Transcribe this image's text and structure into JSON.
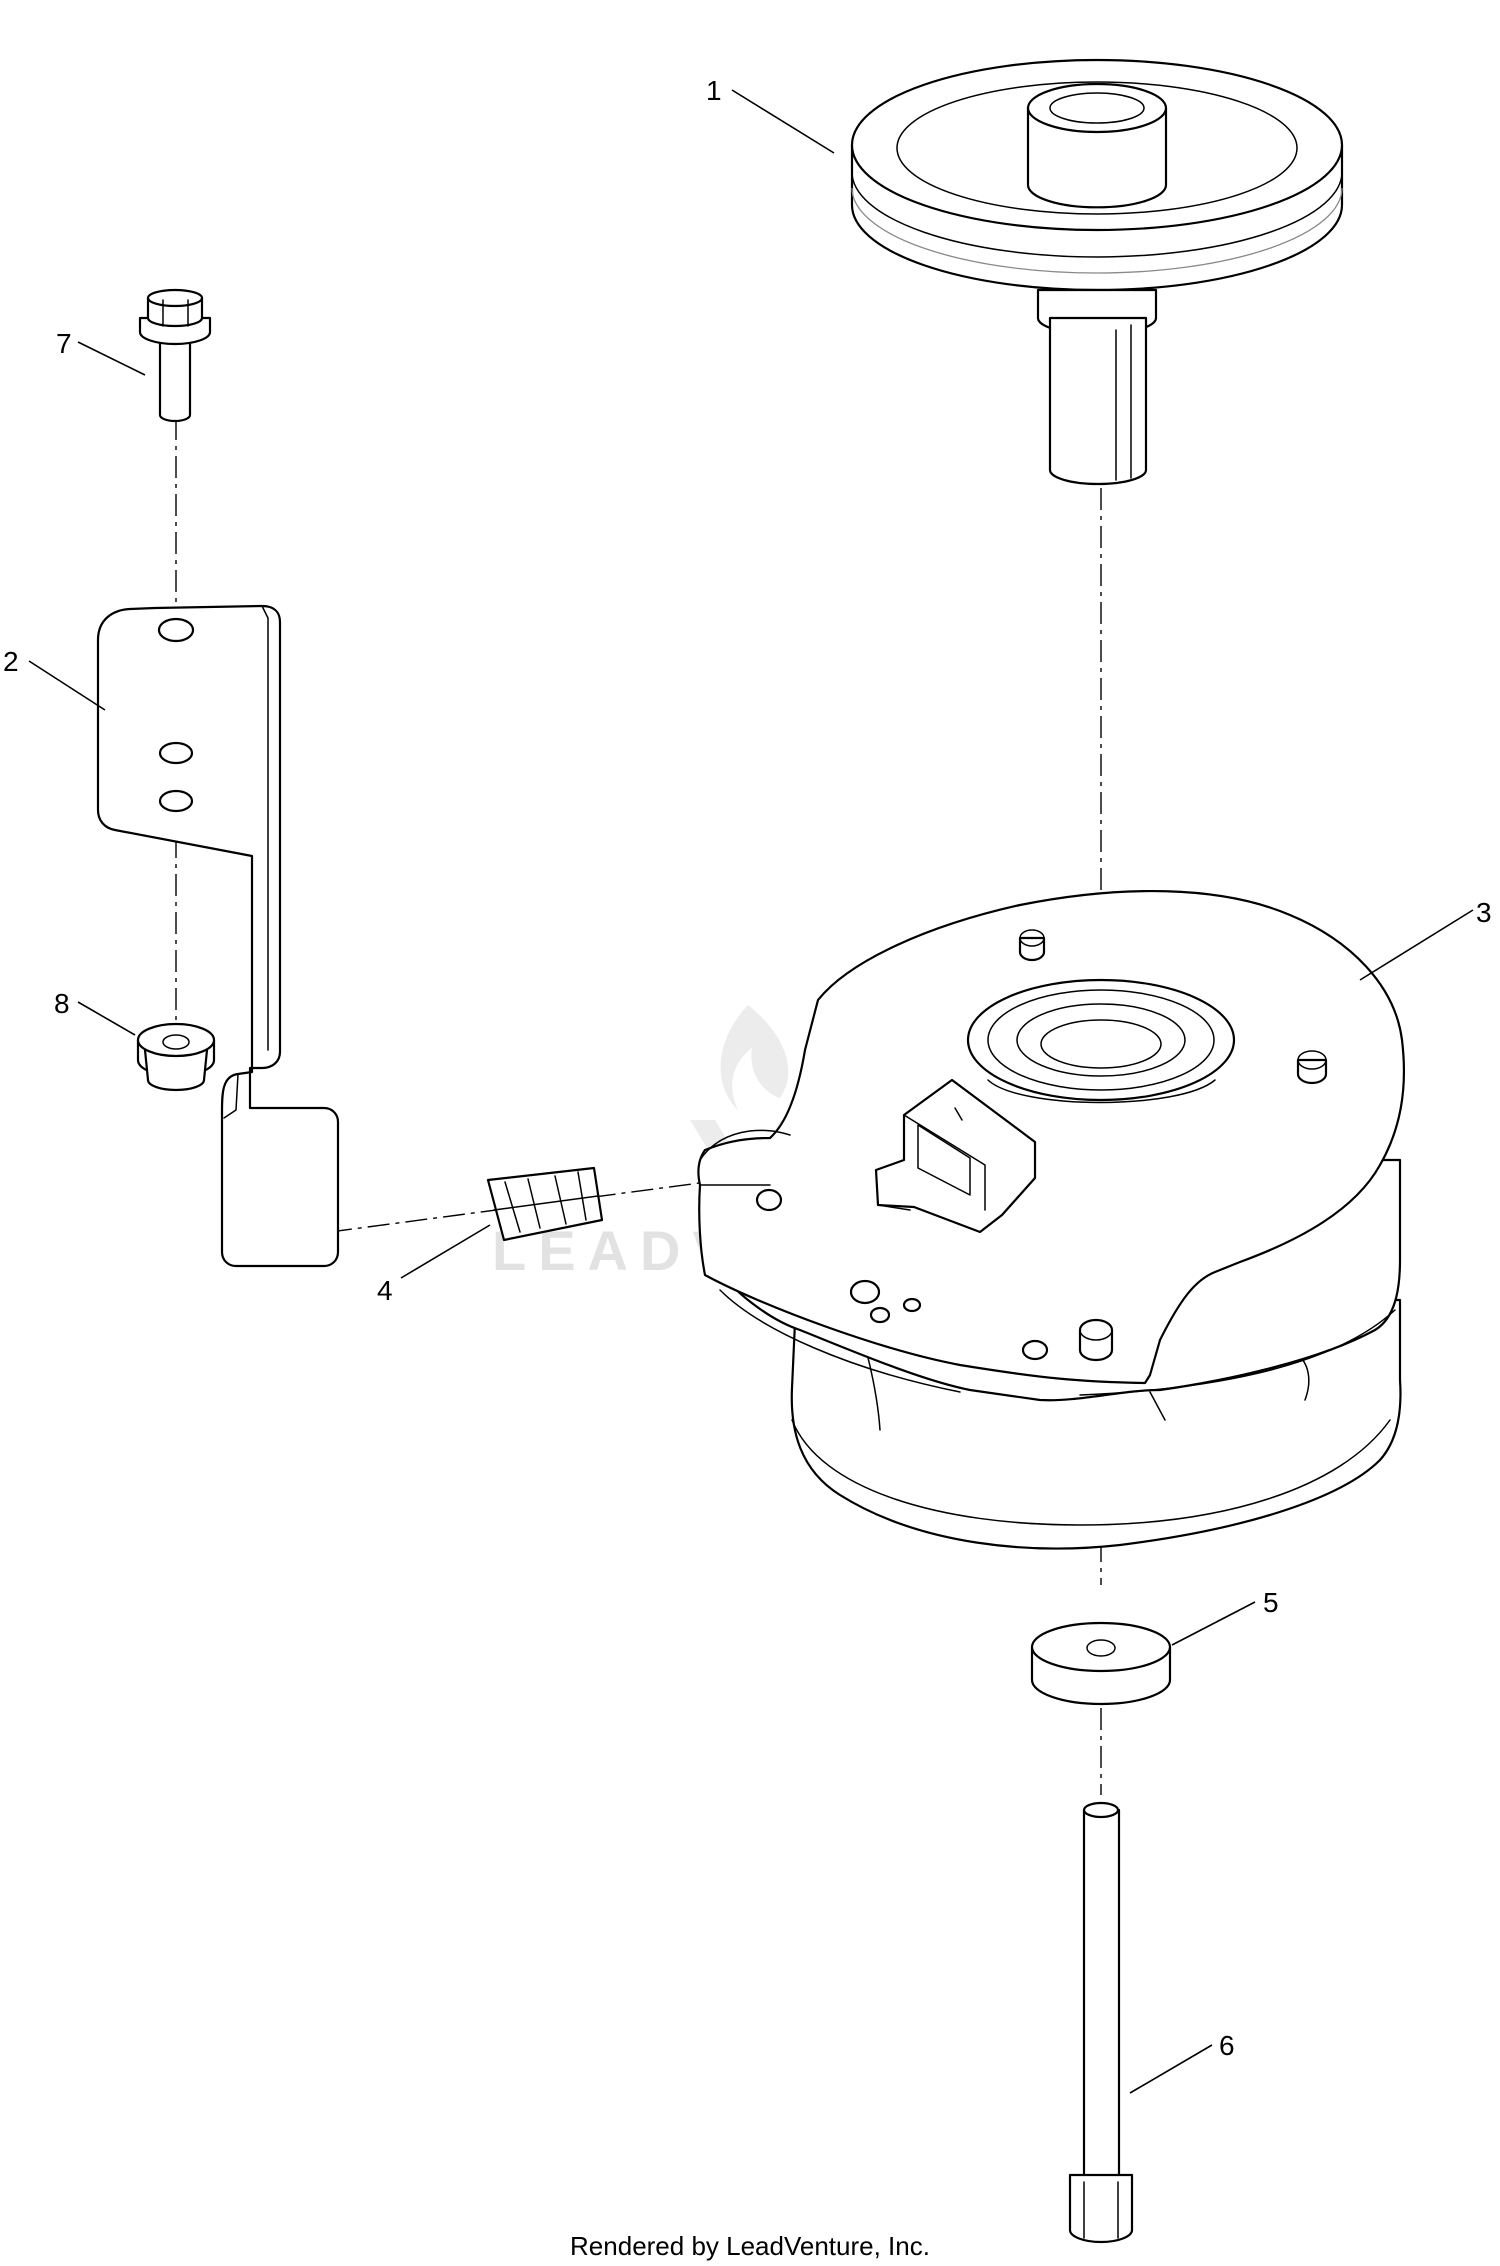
{
  "callouts": {
    "c1": "1",
    "c2": "2",
    "c3": "3",
    "c4": "4",
    "c5": "5",
    "c6": "6",
    "c7": "7",
    "c8": "8"
  },
  "watermark": "LEADVENTURE",
  "footer": "Rendered by LeadVenture, Inc.",
  "colors": {
    "line": "#000000",
    "watermark": "#e2e2e2",
    "background": "#ffffff"
  }
}
